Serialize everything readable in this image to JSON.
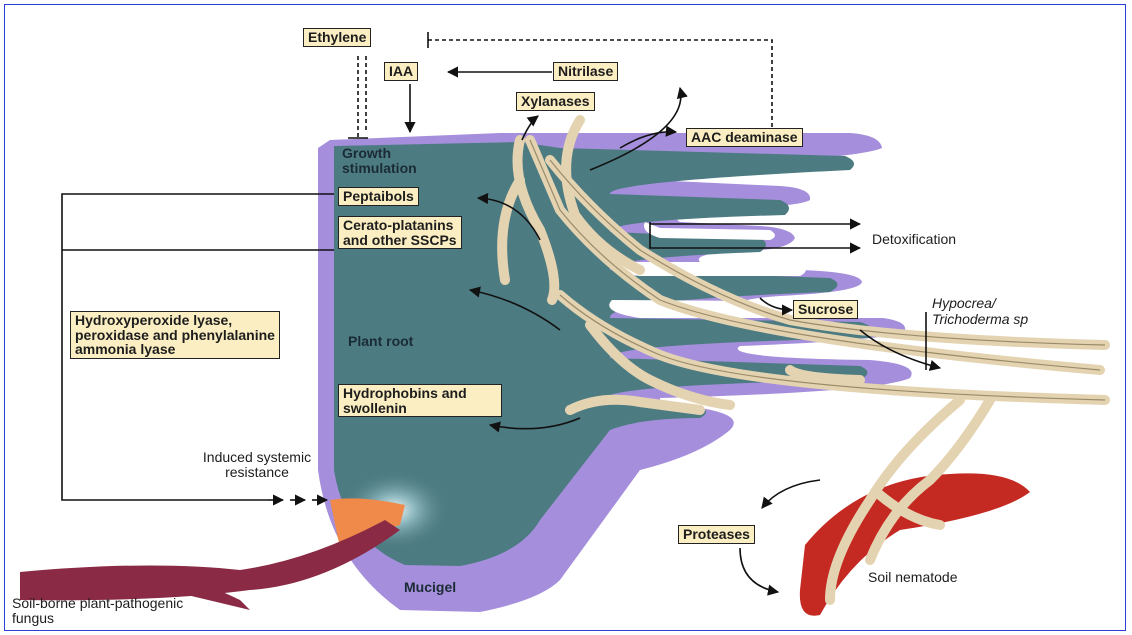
{
  "labels": {
    "ethylene": "Ethylene",
    "iaa": "IAA",
    "nitrilase": "Nitrilase",
    "xylanases": "Xylanases",
    "aac_deaminase": "AAC deaminase",
    "growth_stimulation": "Growth stimulation",
    "peptaibols": "Peptaibols",
    "ceratoplatanins": "Cerato-platanins and other SSCPs",
    "detoxification": "Detoxification",
    "sucrose": "Sucrose",
    "hypocrea_line1": "Hypocrea/",
    "hypocrea_line2": "Trichoderma sp",
    "hydroxyperoxide": "Hydroxyperoxide lyase, peroxidase and phenylalanine ammonia lyase",
    "plant_root": "Plant root",
    "hydrophobins": "Hydrophobins and swollenin",
    "induced_resistance": "Induced systemic resistance",
    "proteases": "Proteases",
    "mucigel": "Mucigel",
    "soil_nematode": "Soil nematode",
    "pathogenic_fungus": "Soil-borne plant-pathogenic fungus"
  },
  "colors": {
    "frame": "#2b3fd6",
    "root_core": "#4d7b82",
    "mucigel": "#a58fdc",
    "hyphae": "#e4d3b1",
    "nematode": "#c42a22",
    "fungus": "#8a2a45",
    "label_box": "#fbeec2"
  }
}
